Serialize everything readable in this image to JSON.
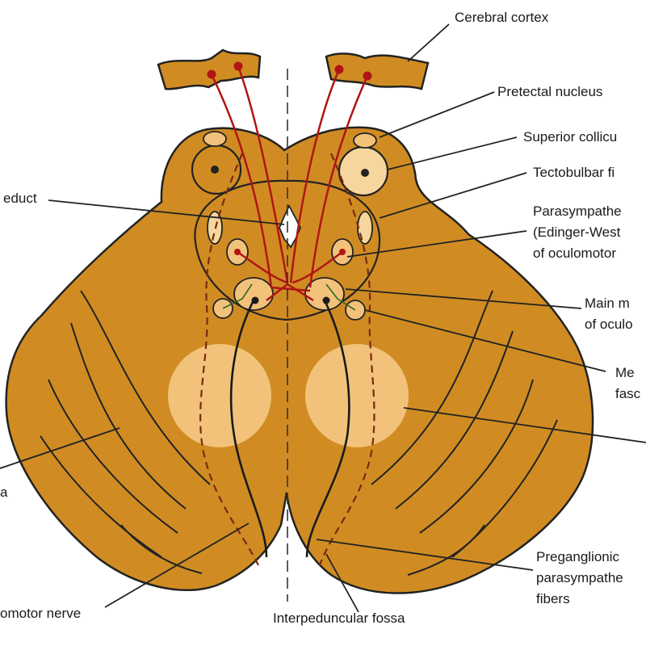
{
  "colors": {
    "tissue": "#D08C22",
    "tissue_outline": "#222222",
    "nucleus_light": "#F2C27A",
    "nucleus_pale": "#F6D69C",
    "tract_red": "#B01515",
    "tract_dashed": "#7A2A10",
    "leader": "#222222"
  },
  "labels": {
    "cerebral_cortex": "Cerebral cortex",
    "pretectal_nucleus": "Pretectal nucleus",
    "superior_colliculus": "Superior collicu",
    "tectobulbar": "Tectobulbar fi",
    "aqueduct": "educt",
    "parasympathetic_1": "Parasympathe",
    "parasympathetic_2": "(Edinger-West",
    "parasympathetic_3": "of oculomotor",
    "main_motor_1": "Main m",
    "main_motor_2": "of oculo",
    "medial_1": "Me",
    "medial_2": "fasc",
    "left_a": "a",
    "oculomotor_nerve": "omotor nerve",
    "interpeduncular": "Interpeduncular fossa",
    "preganglionic_1": "Preganglionic",
    "preganglionic_2": "parasympathe",
    "preganglionic_3": "fibers"
  }
}
